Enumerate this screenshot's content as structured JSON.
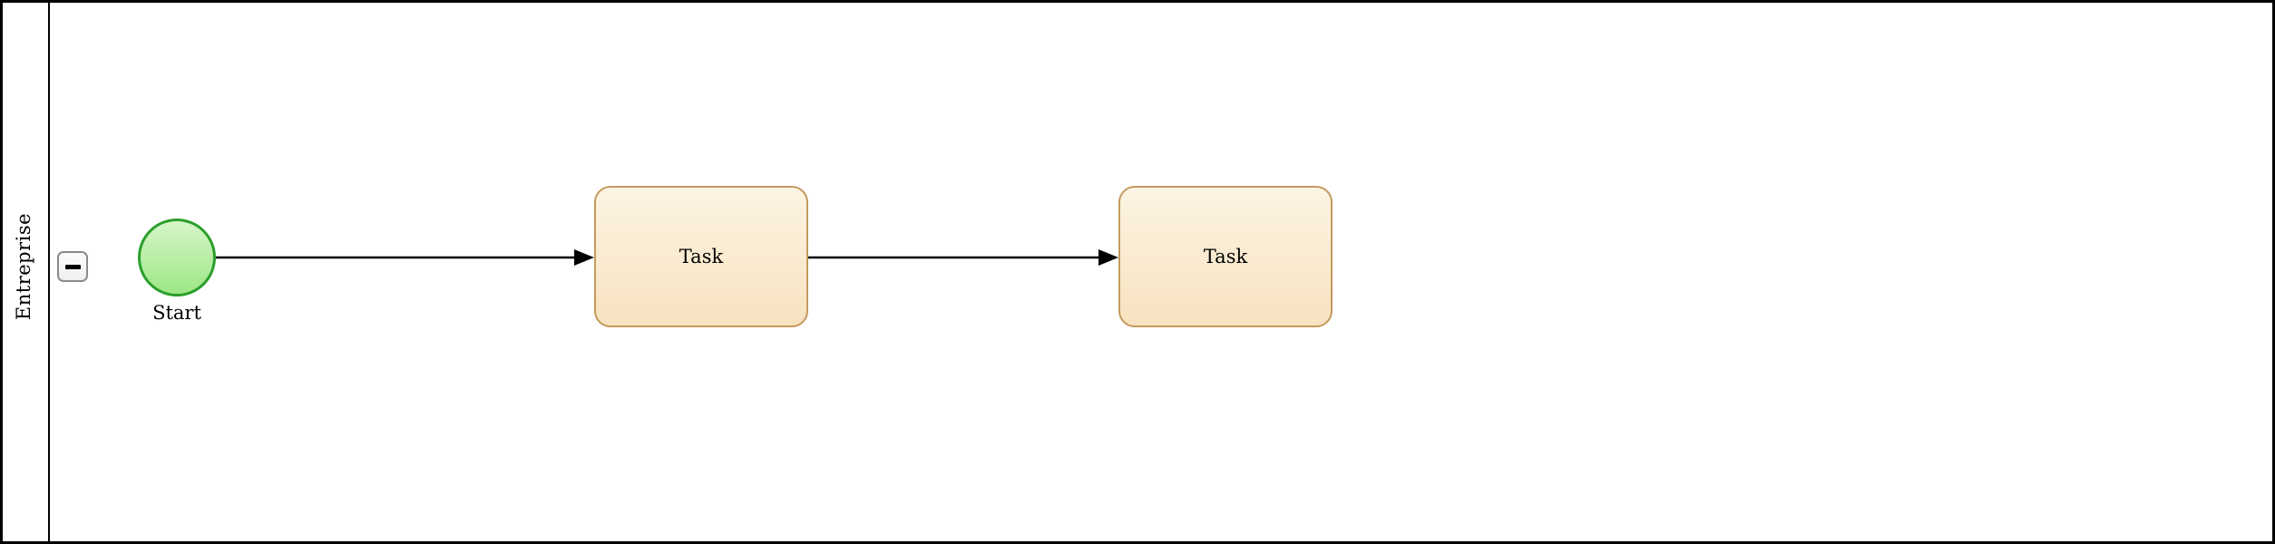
{
  "diagram": {
    "type": "bpmn-process",
    "pool": {
      "lane_label": "Entreprise"
    },
    "collapse_button": {
      "icon": "minus-icon",
      "meaning": "collapse lane"
    },
    "nodes": {
      "start_event": {
        "kind": "start-event",
        "label": "Start"
      },
      "task1": {
        "kind": "task",
        "label": "Task"
      },
      "task2": {
        "kind": "task",
        "label": "Task"
      }
    },
    "connectors": [
      {
        "from": "start_event",
        "to": "task1",
        "style": "solid-arrow"
      },
      {
        "from": "task1",
        "to": "task2",
        "style": "solid-arrow"
      }
    ],
    "colors": {
      "pool_border": "#000000",
      "connector": "#000000",
      "task_border": "#c49a5e",
      "task_fill_top": "#fcf4e3",
      "task_fill_bottom": "#f8e2c0",
      "event_border": "#2b9f2b",
      "event_fill_top": "#d8f5ca",
      "event_fill_bottom": "#9ce786",
      "button_border": "#8a8a8a",
      "button_fill": "#f6f6f6"
    }
  }
}
